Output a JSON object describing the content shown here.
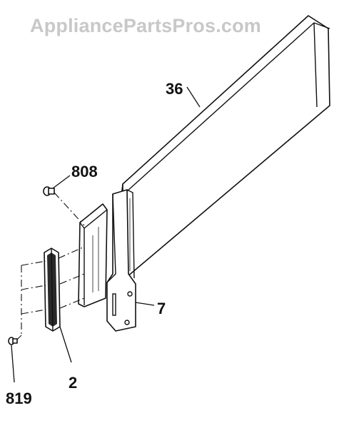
{
  "watermark": "AppliancePartsPros.com",
  "callouts": {
    "part_36": "36",
    "part_808": "808",
    "part_7": "7",
    "part_2": "2",
    "part_819": "819"
  },
  "colors": {
    "watermark": "#c8c8c8",
    "line": "#111111",
    "background": "#ffffff"
  }
}
